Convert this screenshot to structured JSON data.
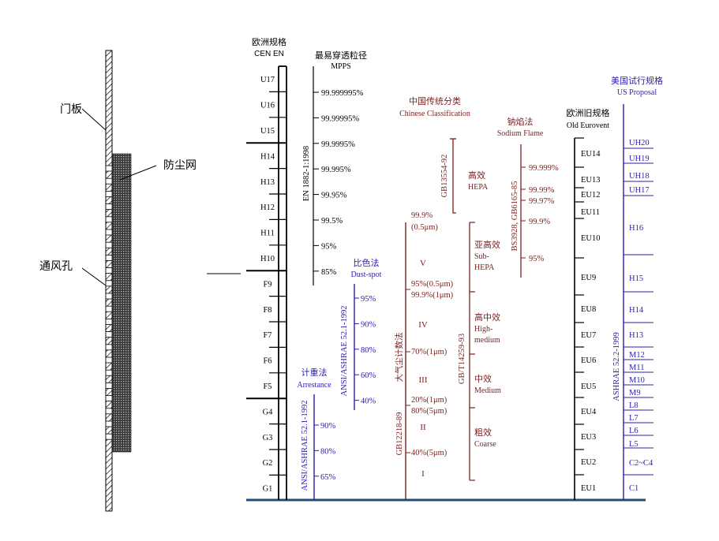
{
  "left_panel": {
    "door_label": "门板",
    "mesh_label": "防尘网",
    "vent_label": "通风孔"
  },
  "cen": {
    "title_cn": "欧洲规格",
    "title_en": "CEN EN",
    "grades": [
      "U17",
      "U16",
      "U15",
      "H14",
      "H13",
      "H12",
      "H11",
      "H10",
      "F9",
      "F8",
      "F7",
      "F6",
      "F5",
      "G4",
      "G3",
      "G2",
      "G1"
    ],
    "standard": "EN 1882-1:1998"
  },
  "mpps": {
    "title_cn": "最易穿透粒径",
    "title_en": "MPPS",
    "values": [
      "99.999995%",
      "99.99995%",
      "99.9995%",
      "99.995%",
      "99.95%",
      "99.5%",
      "95%",
      "85%"
    ]
  },
  "dustspot": {
    "title_cn": "比色法",
    "title_en": "Dust-spot",
    "standard": "ANSI/ASHRAE 52.1-1992",
    "values": [
      "95%",
      "90%",
      "80%",
      "60%",
      "40%"
    ]
  },
  "arrestance": {
    "title_cn": "计重法",
    "title_en": "Arrestance",
    "standard": "ANSI/ASHRAE 52.1-1992",
    "values": [
      "90%",
      "80%",
      "65%"
    ]
  },
  "china": {
    "title_cn": "中国传统分类",
    "title_en": "Chinese Classification",
    "std_count": "GB12218-89",
    "std_count_cn": "大气尘计数法",
    "count_marks": [
      "99.9%",
      "(0.5μm)",
      "95%(0.5μm)",
      "99.9%(1μm)",
      "70%(1μm)",
      "20%(1μm)",
      "80%(5μm)",
      "40%(5μm)"
    ],
    "roman": [
      "V",
      "IV",
      "III",
      "II",
      "I"
    ],
    "std_hepa": "GB13554-92",
    "hepa_cn": "高效",
    "hepa_en": "HEPA",
    "std_general": "GB/T14259-93",
    "subhepa_cn": "亚高效",
    "subhepa_en1": "Sub-",
    "subhepa_en2": "HEPA",
    "highmed_cn": "高中效",
    "highmed_en1": "High-",
    "highmed_en2": "medium",
    "medium_cn": "中效",
    "medium_en": "Medium",
    "coarse_cn": "粗效",
    "coarse_en": "Coarse"
  },
  "sodium": {
    "title_cn": "钠焰法",
    "title_en": "Sodium Flame",
    "standard": "BS3928, GB6165-85",
    "values": [
      "99.999%",
      "99.99%",
      "99.97%",
      "99.9%",
      "95%"
    ]
  },
  "eurovent": {
    "title_cn": "欧洲旧规格",
    "title_en": "Old Eurovent",
    "grades": [
      "EU14",
      "EU13",
      "EU12",
      "EU11",
      "EU10",
      "EU9",
      "EU8",
      "EU7",
      "EU6",
      "EU5",
      "EU4",
      "EU3",
      "EU2",
      "EU1"
    ]
  },
  "us": {
    "title_cn": "美国试行规格",
    "title_en": "US Proposal",
    "standard": "ASHRAE 52.2-1999",
    "grades": [
      "UH20",
      "UH19",
      "UH18",
      "UH17",
      "H16",
      "H15",
      "H14",
      "H13",
      "M12",
      "M11",
      "M10",
      "M9",
      "L8",
      "L7",
      "L6",
      "L5",
      "C2~C4",
      "C1"
    ]
  },
  "colors": {
    "black": "#000000",
    "dark_red": "#7a1f1f",
    "blue": "#2a1fa8",
    "baseline": "#1f4e79"
  }
}
